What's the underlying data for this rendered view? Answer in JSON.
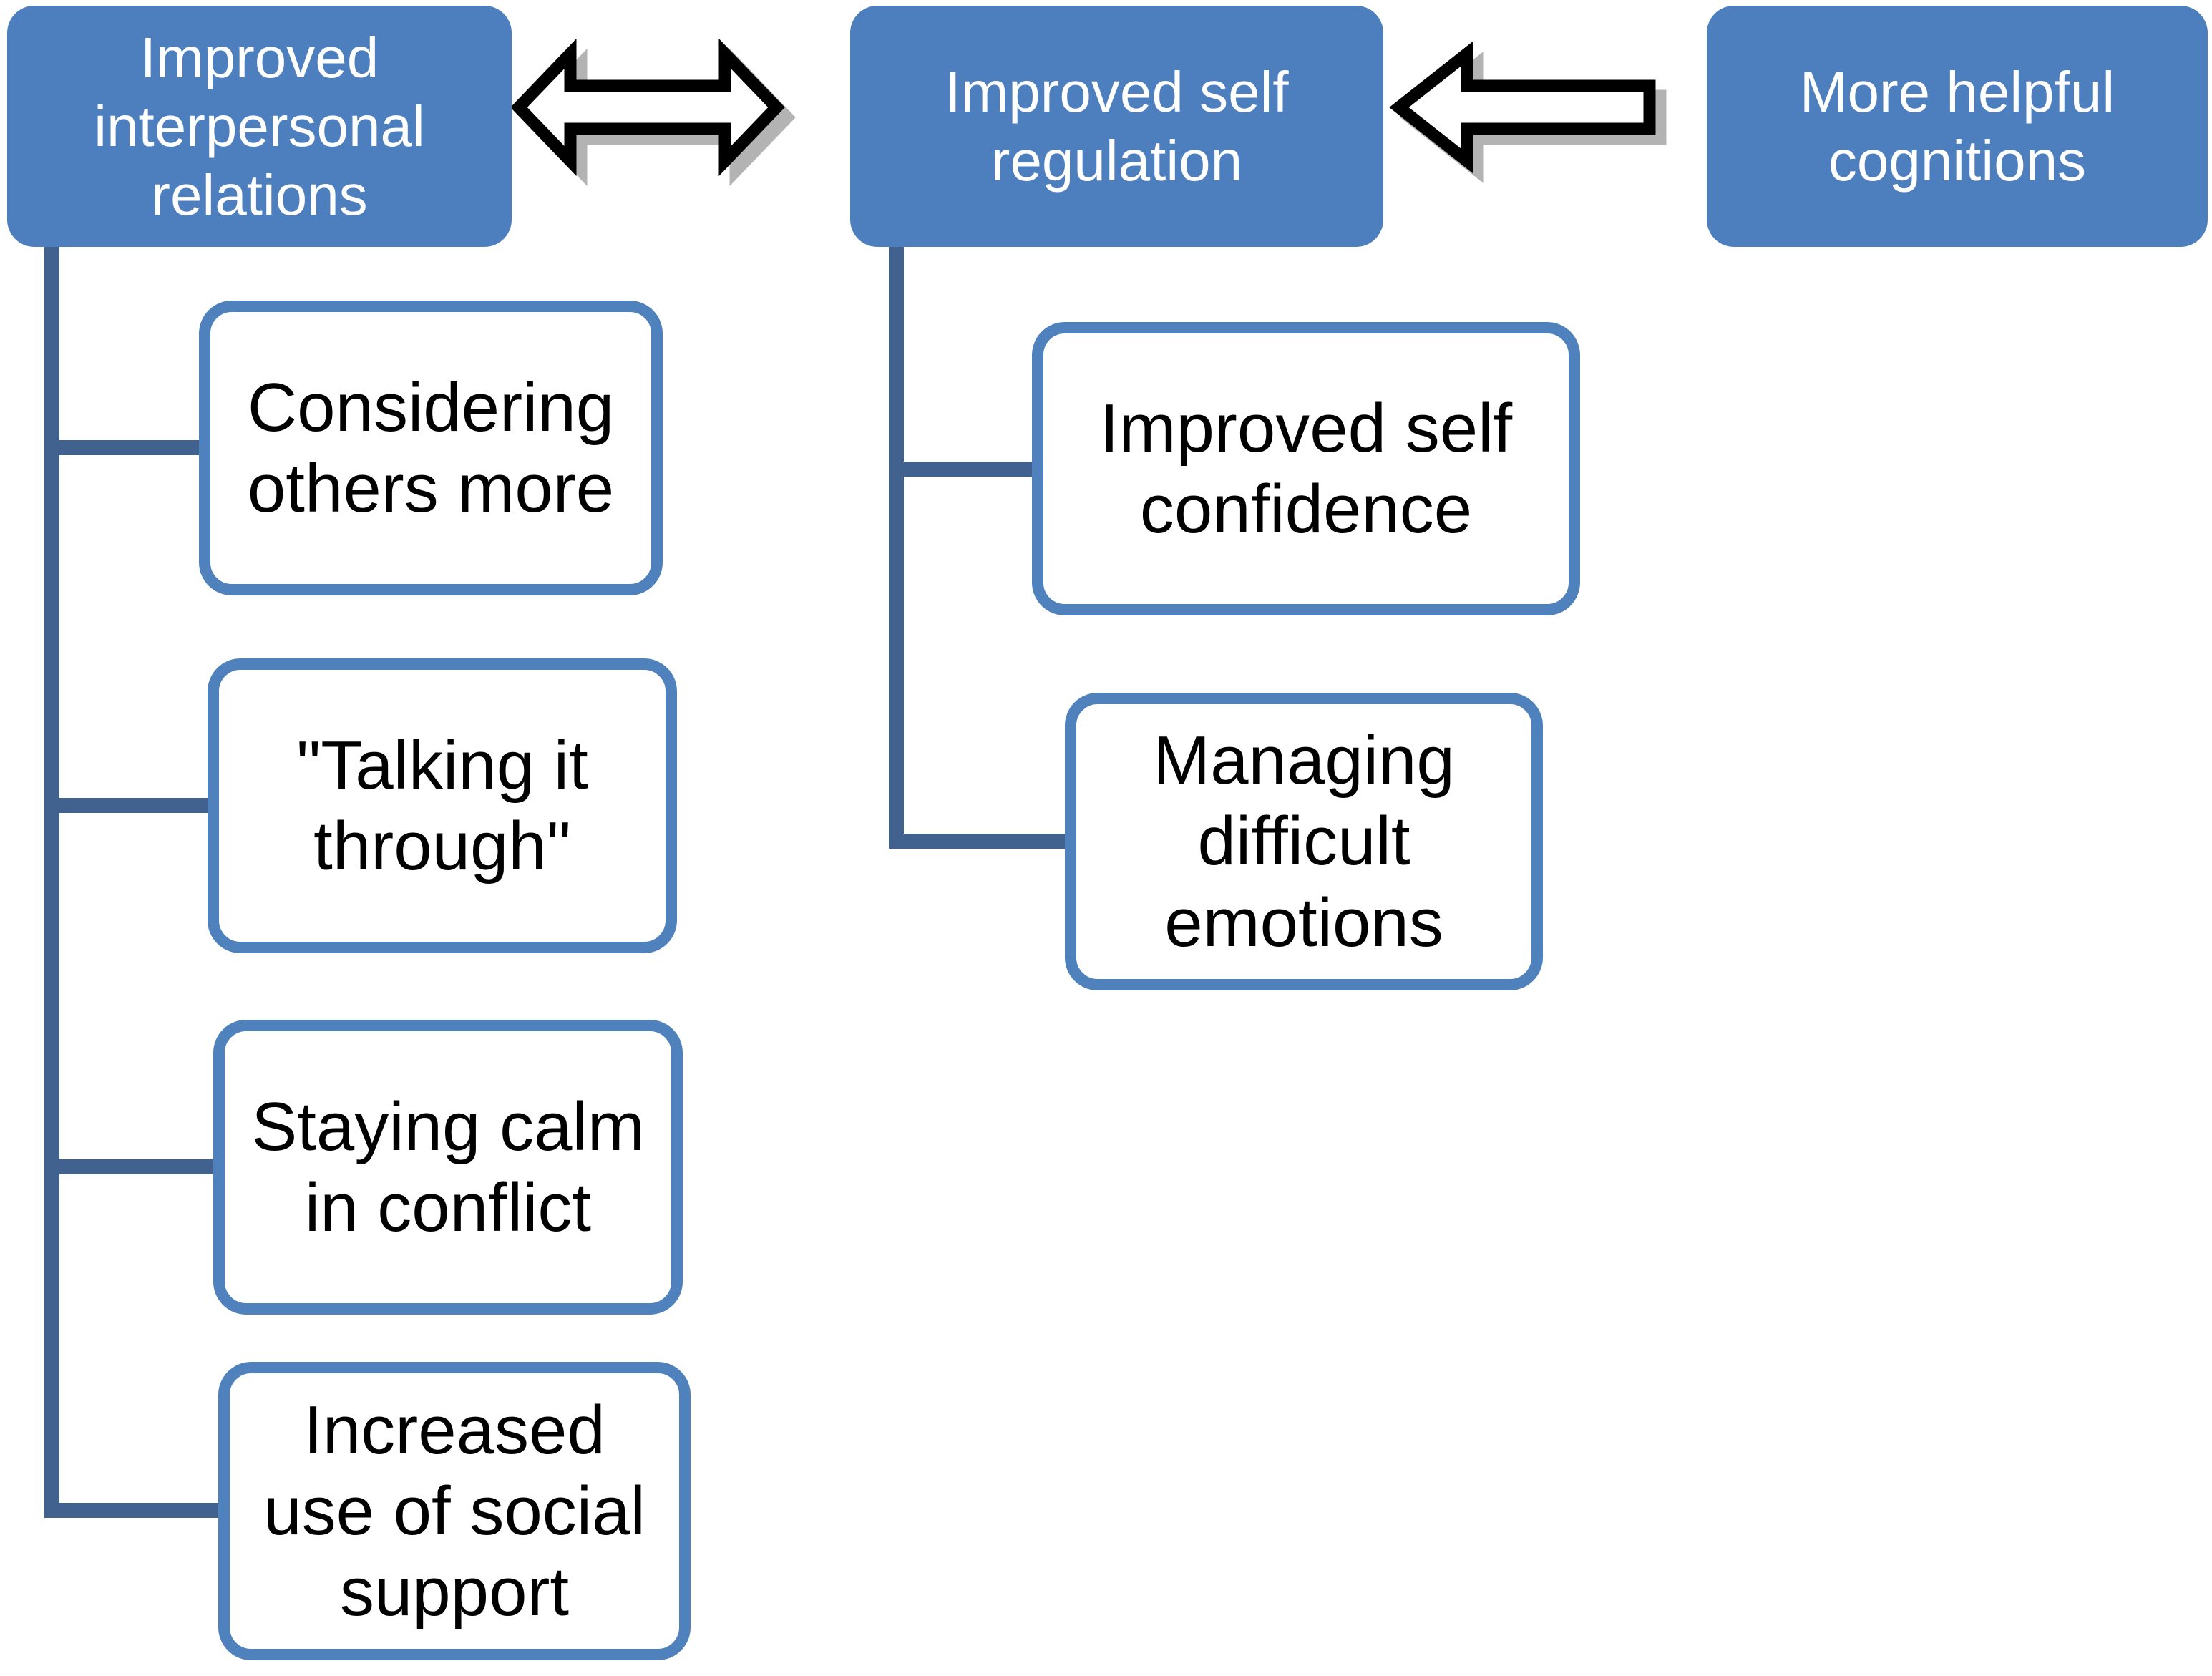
{
  "diagram": {
    "type": "hierarchy-flowchart",
    "nodes": {
      "b1": {
        "label": "Improved\ninterpersonal\nrelations"
      },
      "b2": {
        "label": "Improved self\nregulation"
      },
      "b3": {
        "label": "More helpful\ncognitions"
      },
      "c1": {
        "label": "Considering\nothers more"
      },
      "c2": {
        "label": "\"Talking it\nthrough\""
      },
      "c3": {
        "label": "Staying calm\nin conflict"
      },
      "c4": {
        "label": "Increased\nuse of social\nsupport"
      },
      "c5": {
        "label": "Improved self\nconfidence"
      },
      "c6": {
        "label": "Managing\ndifficult\nemotions"
      }
    },
    "relations": [
      {
        "from": "Improved interpersonal relations",
        "to": "Improved self regulation",
        "connector": "double-headed-arrow"
      },
      {
        "from": "More helpful cognitions",
        "to": "Improved self regulation",
        "connector": "left-arrow"
      },
      {
        "parent": "Improved interpersonal relations",
        "children": [
          "Considering others more",
          "\"Talking it through\"",
          "Staying calm in conflict",
          "Increased use of social support"
        ]
      },
      {
        "parent": "Improved self regulation",
        "children": [
          "Improved self confidence",
          "Managing difficult emotions"
        ]
      }
    ],
    "colors": {
      "parent_fill": "#4d7ebd",
      "parent_text": "#ffffff",
      "child_fill": "#ffffff",
      "child_border": "#4f81bd",
      "child_text": "#000000",
      "connector_line": "#41618f",
      "arrow_fill": "#ffffff",
      "arrow_outline": "#000000",
      "arrow_shadow": "#b3b3b3"
    }
  }
}
